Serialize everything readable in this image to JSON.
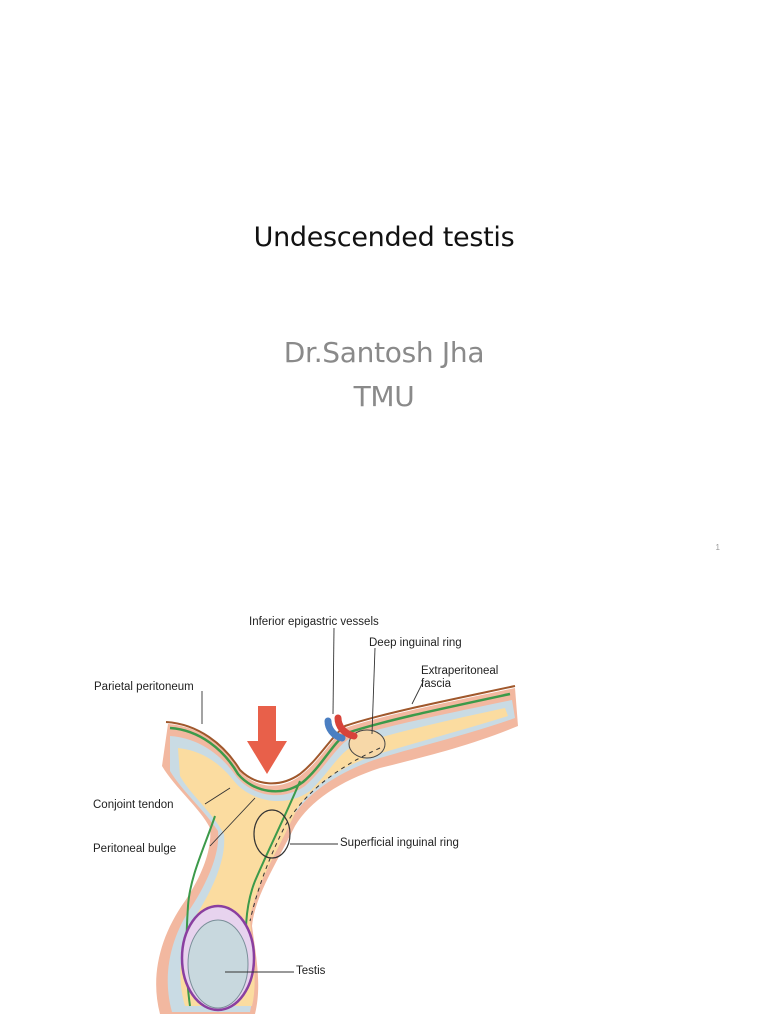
{
  "slide": {
    "title": "Undescended testis",
    "author": "Dr.Santosh Jha",
    "institution": "TMU",
    "page_number": "1"
  },
  "diagram": {
    "labels": {
      "inferior_epigastric_vessels": "Inferior epigastric vessels",
      "deep_inguinal_ring": "Deep inguinal ring",
      "extraperitoneal_fascia_line1": "Extraperitoneal",
      "extraperitoneal_fascia_line2": "fascia",
      "parietal_peritoneum": "Parietal peritoneum",
      "conjoint_tendon": "Conjoint tendon",
      "peritoneal_bulge": "Peritoneal bulge",
      "superficial_inguinal_ring": "Superficial inguinal ring",
      "testis": "Testis"
    },
    "colors": {
      "tissue_salmon": "#f2b8a0",
      "fascia_blue": "#c9dbe4",
      "canal_yellow": "#fbdca0",
      "peritoneum_green": "#3c9a4a",
      "peritoneum_brown": "#a0582c",
      "testis_purple": "#8a3fa0",
      "testis_fill": "#c8d8de",
      "arrow_red": "#e8604a",
      "artery_red": "#d8433a",
      "vein_blue": "#4b7fc2"
    }
  }
}
